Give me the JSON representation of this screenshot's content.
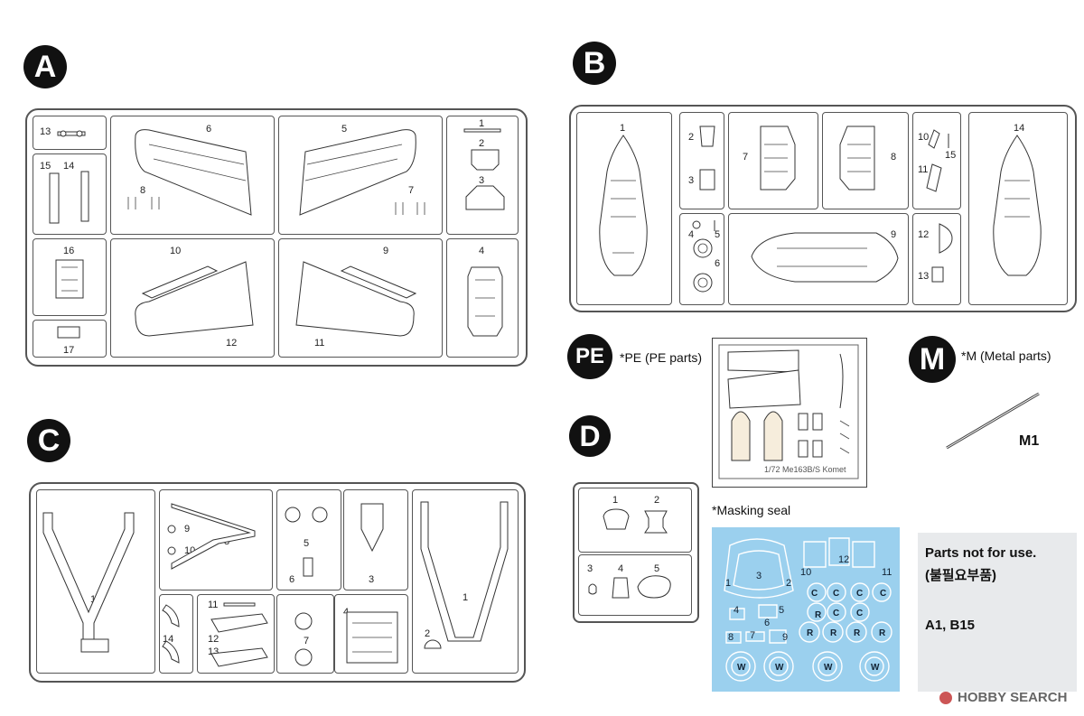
{
  "sprues": {
    "A": {
      "letter": "A",
      "numbers": [
        "13",
        "15",
        "14",
        "16",
        "17",
        "6",
        "8",
        "10",
        "12",
        "5",
        "7",
        "9",
        "11",
        "1",
        "2",
        "3",
        "4"
      ]
    },
    "B": {
      "letter": "B",
      "numbers": [
        "1",
        "2",
        "3",
        "4",
        "5",
        "6",
        "7",
        "8",
        "9",
        "10",
        "11",
        "15",
        "12",
        "13",
        "14"
      ]
    },
    "C": {
      "letter": "C",
      "numbers": [
        "15",
        "9",
        "10",
        "8",
        "14",
        "11",
        "12",
        "13",
        "5",
        "6",
        "7",
        "3",
        "4",
        "1",
        "2"
      ]
    },
    "D": {
      "letter": "D",
      "numbers": [
        "1",
        "2",
        "3",
        "4",
        "5"
      ]
    }
  },
  "pe": {
    "badge": "PE",
    "label": "*PE (PE parts)",
    "fret_text": "1/72 Me163B/S Komet"
  },
  "metal": {
    "badge": "M",
    "label": "*M (Metal parts)",
    "part": "M1"
  },
  "masking": {
    "label": "*Masking seal",
    "numbers": [
      "1",
      "3",
      "2",
      "10",
      "12",
      "11",
      "4",
      "5",
      "6",
      "8",
      "7",
      "9"
    ],
    "letters": [
      "C",
      "C",
      "C",
      "C",
      "C",
      "C",
      "R",
      "R",
      "R",
      "R",
      "R",
      "W",
      "W",
      "W",
      "W"
    ]
  },
  "note": {
    "title": "Parts not for use.",
    "korean": "(불필요부품)",
    "parts": "A1, B15"
  },
  "watermark": "HOBBY SEARCH",
  "colors": {
    "mask": "#9bd0ee",
    "note_bg": "#e8eaec",
    "badge": "#111111"
  }
}
